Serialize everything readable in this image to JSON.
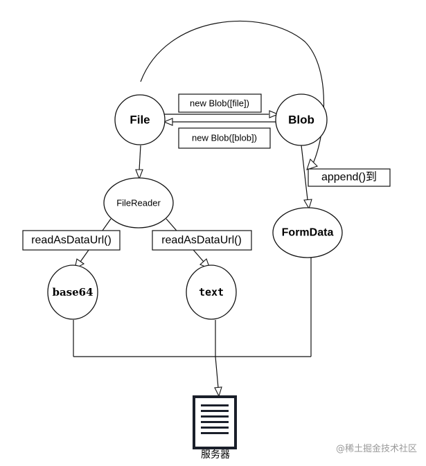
{
  "diagram": {
    "nodes": {
      "file": "File",
      "blob": "Blob",
      "filereader": "FileReader",
      "formdata": "FormData",
      "base64": "base64",
      "text": "text",
      "server": "服务器"
    },
    "edge_labels": {
      "file_to_blob": "new Blob([file])",
      "blob_to_file": "new Blob([blob])",
      "read_base64": "readAsDataUrl()",
      "read_text": "readAsDataUrl()",
      "append": "append()到"
    },
    "watermark": "@稀土掘金技术社区"
  }
}
